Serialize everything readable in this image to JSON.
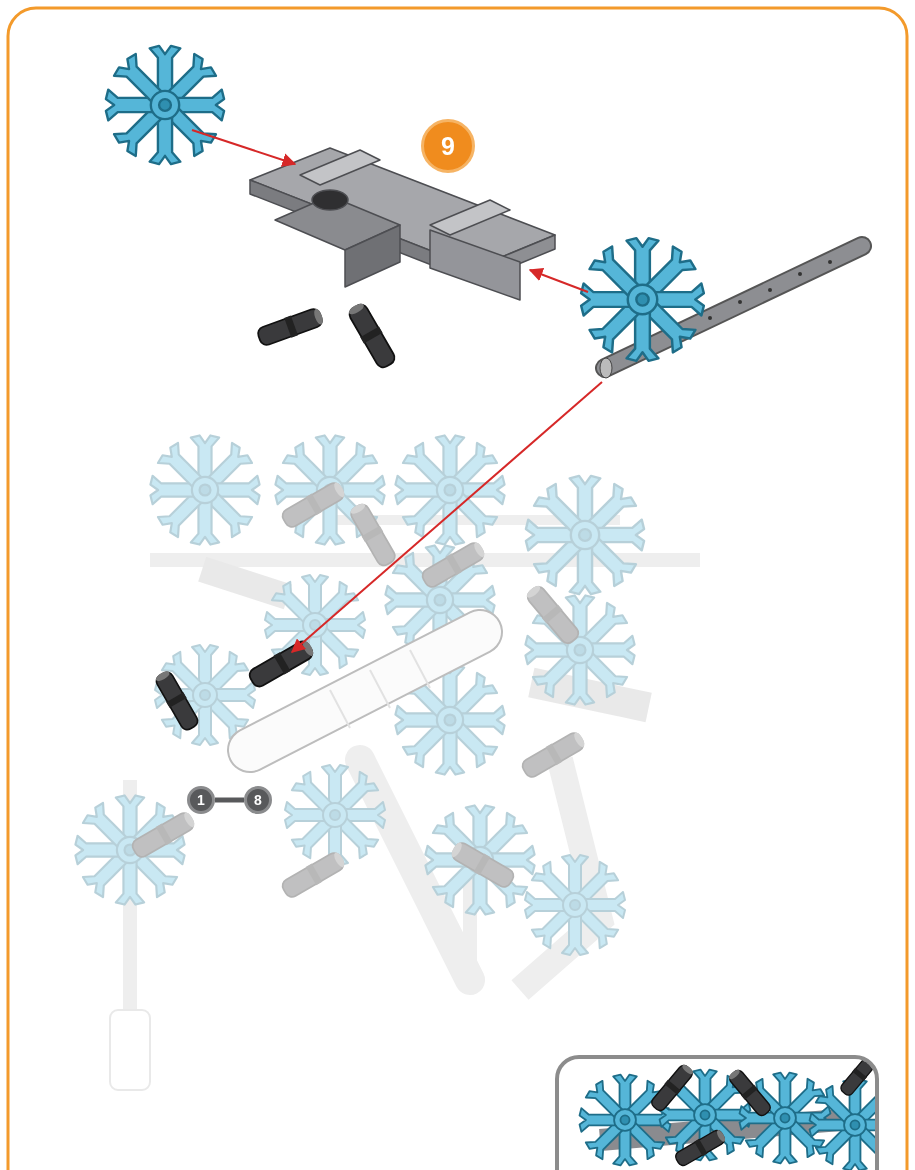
{
  "diagram": {
    "nodes": [
      {
        "text": [
          "9"
        ]
      },
      {
        "text": [
          "1"
        ]
      },
      {
        "text": [
          "8"
        ]
      }
    ],
    "edges": [
      {
        "from": 1,
        "to": 2,
        "arrow": "none"
      }
    ]
  }
}
